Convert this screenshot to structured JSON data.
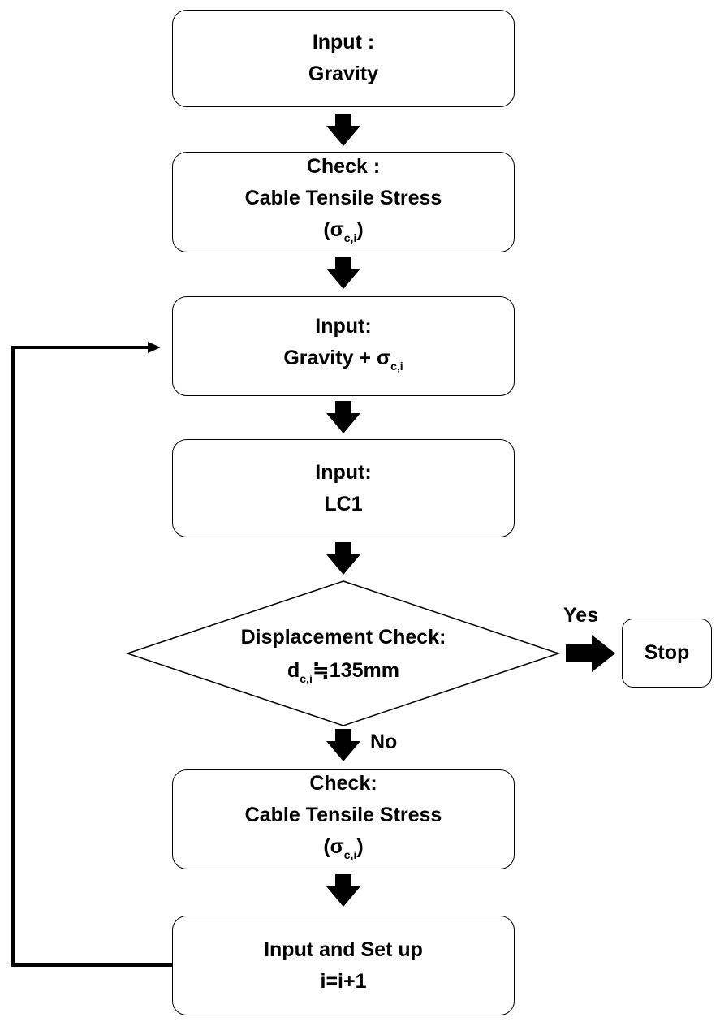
{
  "boxes": {
    "input_gravity": {
      "line1": "Input :",
      "line2": "Gravity"
    },
    "check_stress_1": {
      "line1": "Check :",
      "line2": "Cable Tensile Stress",
      "sym_open": "(σ",
      "sym_sub": "c,i",
      "sym_close": ")"
    },
    "input_gravity_sigma": {
      "line1": "Input:",
      "line2": "Gravity + σ",
      "sub": "c,i"
    },
    "input_lc1": {
      "line1": "Input:",
      "line2": "LC1"
    },
    "decision": {
      "line1": "Displacement Check:",
      "var": "d",
      "sub": "c,i",
      "rest": "≒135mm"
    },
    "check_stress_2": {
      "line1": "Check:",
      "line2": "Cable Tensile Stress",
      "sym_open": "(σ",
      "sym_sub": "c,i",
      "sym_close": ")"
    },
    "set_up": {
      "line1": "Input and Set up",
      "line2": "i=i+1"
    },
    "stop": {
      "label": "Stop"
    }
  },
  "edges": {
    "yes": "Yes",
    "no": "No"
  },
  "colors": {
    "stroke": "#000000",
    "background": "#ffffff"
  }
}
